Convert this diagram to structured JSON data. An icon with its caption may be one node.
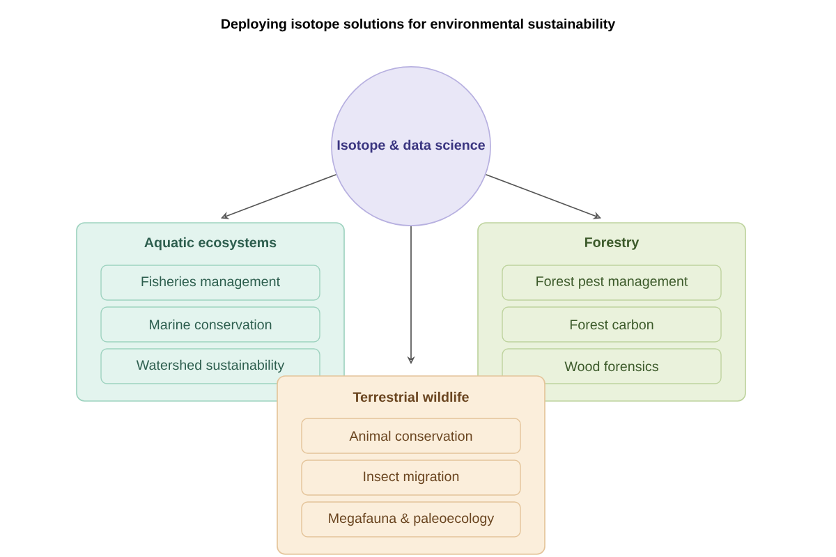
{
  "diagram": {
    "title": "Deploying isotope solutions for environmental sustainability",
    "nodes": [
      {
        "text": [
          "Isotope & data science"
        ]
      },
      {
        "text": [
          "Aquatic ecosystems"
        ]
      },
      {
        "text": [
          "Fisheries management"
        ],
        "in": 1
      },
      {
        "text": [
          "Marine conservation"
        ],
        "in": 1
      },
      {
        "text": [
          "Watershed sustainability"
        ],
        "in": 1
      },
      {
        "text": [
          "Forestry"
        ]
      },
      {
        "text": [
          "Forest pest management"
        ],
        "in": 5
      },
      {
        "text": [
          "Forest carbon"
        ],
        "in": 5
      },
      {
        "text": [
          "Wood forensics"
        ],
        "in": 5
      },
      {
        "text": [
          "Terrestrial wildlife"
        ]
      },
      {
        "text": [
          "Animal conservation"
        ],
        "in": 9
      },
      {
        "text": [
          "Insect migration"
        ],
        "in": 9
      },
      {
        "text": [
          "Megafauna & paleoecology"
        ],
        "in": 9
      }
    ],
    "edges": [
      {
        "from": 0,
        "to": 1,
        "arrow": "to"
      },
      {
        "from": 0,
        "to": 9,
        "arrow": "to"
      },
      {
        "from": 0,
        "to": 5,
        "arrow": "to"
      }
    ]
  }
}
